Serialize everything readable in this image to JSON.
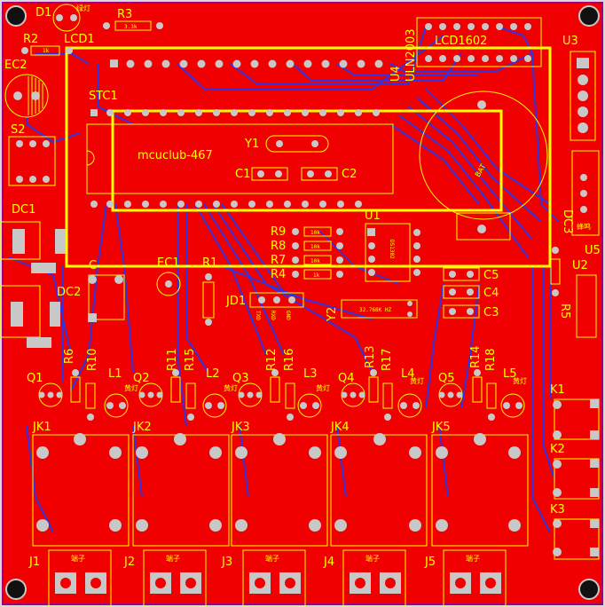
{
  "board": {
    "background": "#f21010",
    "copper": "#ff0000",
    "trace_color": "#3030d8",
    "silkscreen": "#ffff00",
    "pad_color": "#c8c8c8"
  },
  "labels": {
    "d1": "D1",
    "d1_val": "绿灯",
    "r3": "R3",
    "r3_val": "3.3k",
    "r2": "R2",
    "r2_val": "1k",
    "lcd1": "LCD1",
    "lcd1602": "LCD1602",
    "u3": "U3",
    "u4": "U4",
    "uln": "ULN2003",
    "ec2": "EC2",
    "stc1": "STC1",
    "s2": "S2",
    "mcuclub": "mcuclub-467",
    "y1": "Y1",
    "c1": "C1",
    "c2": "C2",
    "dc1": "DC1",
    "dc2": "DC2",
    "dc3": "DC3",
    "u1": "U1",
    "u1_chip": "DS1302",
    "u2": "U2",
    "u5": "U5",
    "r9": "R9",
    "r8": "R8",
    "r7": "R7",
    "r4": "R4",
    "r_10k": "10k",
    "r_1k": "1k",
    "c3": "C3",
    "c4": "C4",
    "c5": "C5",
    "c_small": "C",
    "ec1": "EC1",
    "r1": "R1",
    "jd1": "JD1",
    "jd_pins": [
      "TXD",
      "RXD",
      "GND"
    ],
    "y2": "Y2",
    "y2_val": "32.768K HZ",
    "r5": "R5",
    "batt": "BAT",
    "q1": "Q1",
    "q2": "Q2",
    "q3": "Q3",
    "q4": "Q4",
    "q5": "Q5",
    "r6": "R6",
    "r10": "R10",
    "r11": "R11",
    "r15": "R15",
    "r12": "R12",
    "r16": "R16",
    "r13": "R13",
    "r17": "R17",
    "r14": "R14",
    "r18": "R18",
    "l1": "L1",
    "l2": "L2",
    "l3": "L3",
    "l4": "L4",
    "l5": "L5",
    "led_tag": "黄灯",
    "jk1": "JK1",
    "jk2": "JK2",
    "jk3": "JK3",
    "jk4": "JK4",
    "jk5": "JK5",
    "j1": "J1",
    "j2": "J2",
    "j3": "J3",
    "j4": "J4",
    "j5": "J5",
    "terminal": "端子",
    "k1": "K1",
    "k2": "K2",
    "k3": "K3",
    "buzzer": "蜂鸣"
  }
}
